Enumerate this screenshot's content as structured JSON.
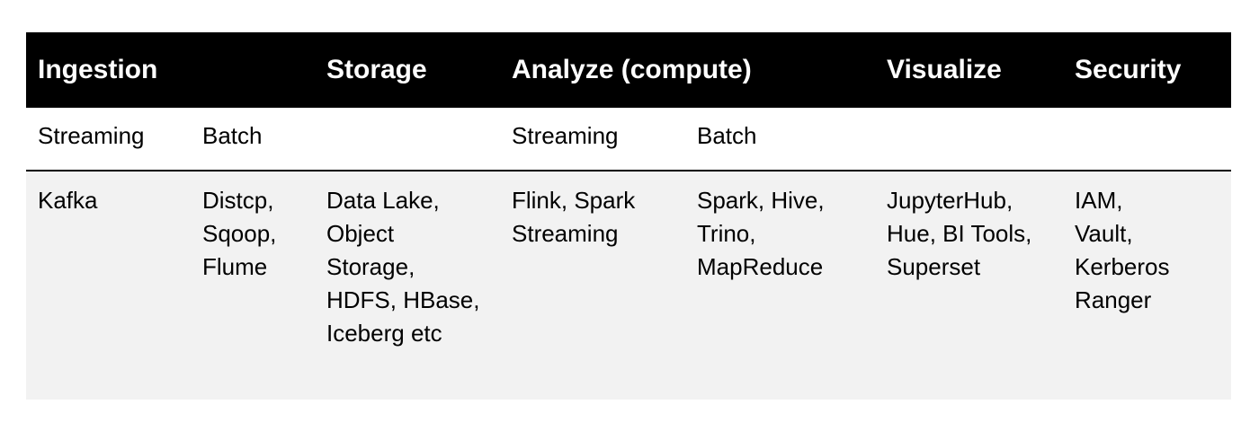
{
  "table": {
    "headers": [
      "Ingestion",
      "Storage",
      "Analyze (compute)",
      "Visualize",
      "Security"
    ],
    "subheaders": {
      "ingestion_streaming": "Streaming",
      "ingestion_batch": "Batch",
      "analyze_streaming": "Streaming",
      "analyze_batch": "Batch"
    },
    "body": {
      "ingestion_streaming": [
        "Kafka"
      ],
      "ingestion_batch": [
        "Distcp,",
        "Sqoop,",
        "Flume"
      ],
      "storage": [
        "Data Lake,",
        "Object",
        "Storage,",
        "HDFS, HBase,",
        "Iceberg etc"
      ],
      "analyze_streaming": [
        "Flink, Spark",
        "Streaming"
      ],
      "analyze_batch": [
        "Spark, Hive,",
        "Trino,",
        "MapReduce"
      ],
      "visualize": [
        "JupyterHub,",
        "Hue, BI Tools,",
        "Superset"
      ],
      "security": [
        "IAM,",
        "Vault,",
        "Kerberos",
        "Ranger"
      ]
    }
  },
  "colors": {
    "header_bg": "#000000",
    "header_text": "#ffffff",
    "body_bg": "#f2f2f2",
    "text": "#000000"
  }
}
